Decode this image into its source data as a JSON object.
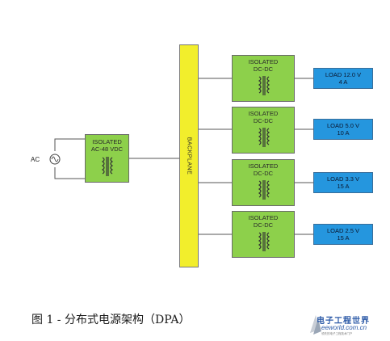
{
  "diagram": {
    "ac_label": "AC",
    "isolated_ac": {
      "line1": "ISOLATED",
      "line2": "AC-48 VDC"
    },
    "backplane_label": "BACKPLANE",
    "dcdc_modules": [
      {
        "line1": "ISOLATED",
        "line2": "DC-DC"
      },
      {
        "line1": "ISOLATED",
        "line2": "DC-DC"
      },
      {
        "line1": "ISOLATED",
        "line2": "DC-DC"
      },
      {
        "line1": "ISOLATED",
        "line2": "DC-DC"
      }
    ],
    "loads": [
      {
        "voltage": "LOAD 12.0 V",
        "current": "4 A"
      },
      {
        "voltage": "LOAD 5.0 V",
        "current": "10 A"
      },
      {
        "voltage": "LOAD 3.3 V",
        "current": "15 A"
      },
      {
        "voltage": "LOAD 2.5 V",
        "current": "15 A"
      }
    ],
    "colors": {
      "module_green": "#8dd04b",
      "backplane_yellow": "#f2ee2c",
      "load_blue": "#2596de"
    }
  },
  "caption": "图 1 - 分布式电源架构（DPA）",
  "watermark": {
    "brand_cn": "电子工程世界",
    "brand_en": "eeworld.com.cn",
    "tagline": "领先的电子工程技术门户"
  }
}
